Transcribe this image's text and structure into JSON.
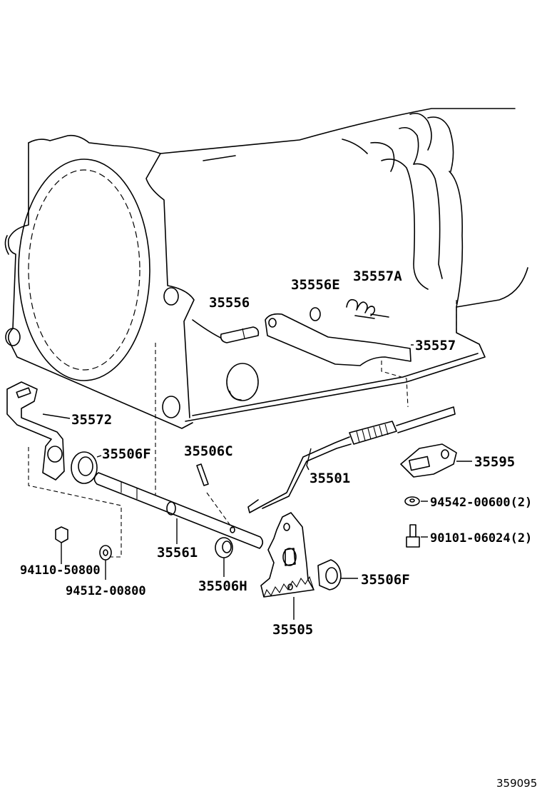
{
  "labels": {
    "p35556": "35556",
    "p35556E": "35556E",
    "p35557A": "35557A",
    "p35557": "35557",
    "p35572": "35572",
    "p35506F_left": "35506F",
    "p35506C": "35506C",
    "p35501": "35501",
    "p35595": "35595",
    "p94542": "94542-00600(2)",
    "p90101": "90101-06024(2)",
    "p35561": "35561",
    "p94110": "94110-50800",
    "p94512": "94512-00800",
    "p35506H": "35506H",
    "p35506F_right": "35506F",
    "p35505": "35505"
  },
  "ref_number": "359095"
}
